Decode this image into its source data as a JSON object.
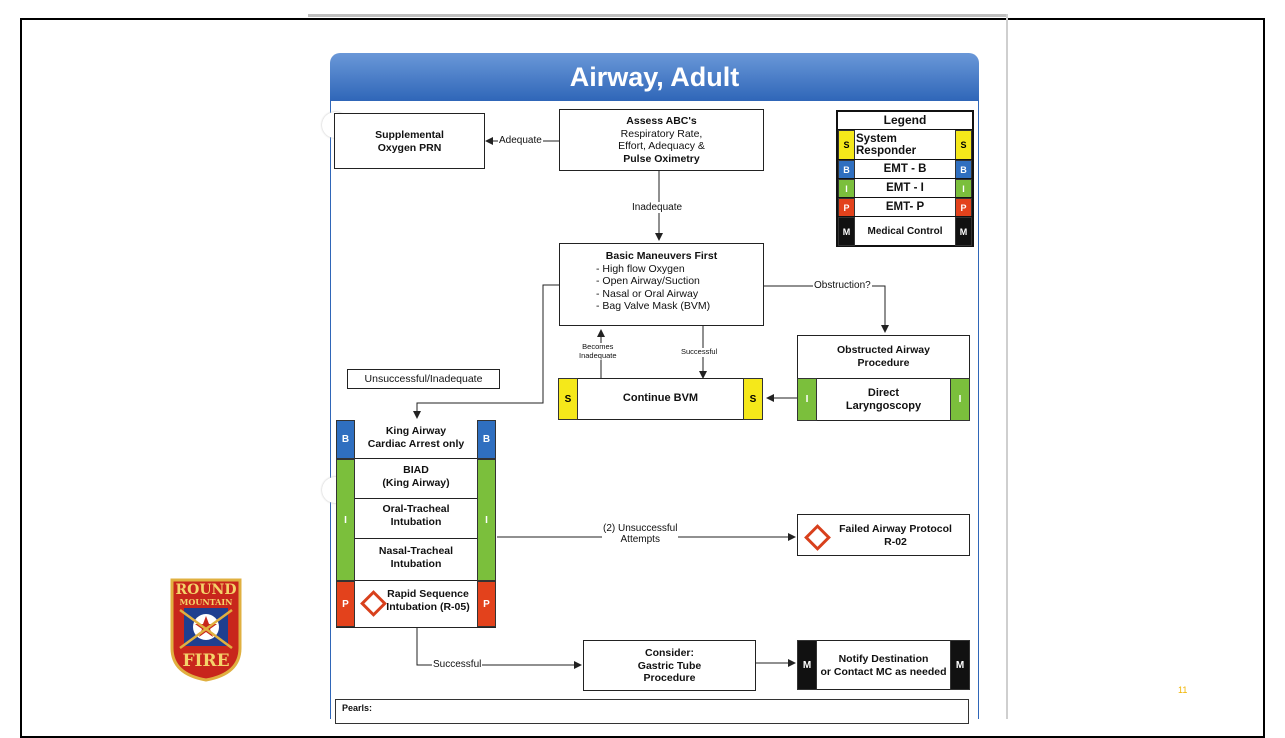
{
  "title": "Airway, Adult",
  "page_number": "11",
  "legend": {
    "title": "Legend",
    "rows": [
      {
        "code": "S",
        "label": "System Responder",
        "color": "#f5e81a"
      },
      {
        "code": "B",
        "label": "EMT - B",
        "color": "#2f6fc0"
      },
      {
        "code": "I",
        "label": "EMT - I",
        "color": "#7bbf3c"
      },
      {
        "code": "P",
        "label": "EMT- P",
        "color": "#e3421c"
      },
      {
        "code": "M",
        "label": "Medical Control",
        "color": "#111111"
      }
    ]
  },
  "nodes": {
    "assess": {
      "title": "Assess ABC's",
      "l1": "Respiratory Rate,",
      "l2": "Effort, Adequacy &",
      "l3": "Pulse Oximetry"
    },
    "supplemental": {
      "l1": "Supplemental",
      "l2": "Oxygen PRN"
    },
    "basic": {
      "title": "Basic Maneuvers First",
      "items": [
        "- High flow Oxygen",
        "- Open Airway/Suction",
        "- Nasal or Oral Airway",
        "- Bag Valve Mask (BVM)"
      ]
    },
    "obstructed": {
      "l1": "Obstructed Airway",
      "l2": "Procedure"
    },
    "direct": {
      "l1": "Direct",
      "l2": "Laryngoscopy",
      "code": "I"
    },
    "continue_bvm": {
      "label": "Continue BVM",
      "code": "S"
    },
    "king": {
      "l1": "King Airway",
      "l2": "Cardiac Arrest only",
      "code": "B"
    },
    "biad": {
      "l1": "BIAD",
      "l2": "(King Airway)"
    },
    "oral": {
      "l1": "Oral-Tracheal",
      "l2": "Intubation"
    },
    "nasal": {
      "l1": "Nasal-Tracheal",
      "l2": "Intubation"
    },
    "group_i_code": "I",
    "rsi": {
      "l1": "Rapid Sequence",
      "l2": "Intubation (R-05)",
      "code": "P"
    },
    "failed": {
      "l1": "Failed Airway Protocol",
      "l2": "R-02"
    },
    "gastric": {
      "l1": "Consider:",
      "l2": "Gastric Tube",
      "l3": "Procedure"
    },
    "notify": {
      "l1": "Notify Destination",
      "l2": "or Contact MC as needed",
      "code": "M"
    }
  },
  "edge_labels": {
    "adequate": "Adequate",
    "inadequate": "Inadequate",
    "obstruction": "Obstruction?",
    "becomes_inadequate_1": "Becomes",
    "becomes_inadequate_2": "Inadequate",
    "successful_small": "Successful",
    "unsuccessful_inadequate": "Unsuccessful/Inadequate",
    "two_unsuccessful_1": "(2) Unsuccessful",
    "two_unsuccessful_2": "Attempts",
    "successful": "Successful"
  },
  "pearls": "Pearls:",
  "logo": {
    "line1": "ROUND",
    "line2": "MOUNTAIN",
    "line3": "FIRE"
  },
  "colors": {
    "title_bar": "#2f66b8",
    "diamond": "#d8401c",
    "page_number": "#f0b400"
  }
}
